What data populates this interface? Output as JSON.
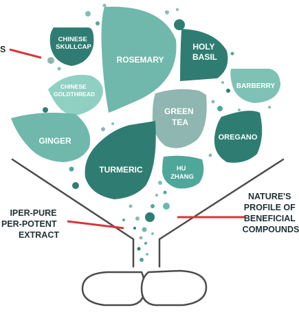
{
  "colors": {
    "teal_dark": "#2f7d72",
    "teal_mid": "#4fa79a",
    "teal_light": "#7fc1b5",
    "teal_pale": "#9fd1c6",
    "gray_teal": "#8fb6b0",
    "red_accent": "#d9343a",
    "funnel": "#4a4a4a",
    "text_dark": "#1f2f35"
  },
  "herbs": {
    "chinese_skullcap": [
      "CHINESE",
      "SKULLCAP"
    ],
    "rosemary": [
      "ROSEMARY"
    ],
    "holy_basil": [
      "HOLY",
      "BASIL"
    ],
    "chinese_goldthread": [
      "CHINESE",
      "GOLDTHREAD"
    ],
    "barberry": [
      "BARBERRY"
    ],
    "green_tea": [
      "GREEN",
      "TEA"
    ],
    "ginger": [
      "GINGER"
    ],
    "oregano": [
      "OREGANO"
    ],
    "turmeric": [
      "TURMERIC"
    ],
    "hu_zhang": [
      "HU",
      "ZHANG"
    ]
  },
  "callouts": {
    "top_left_fragment": "S",
    "natures_profile": [
      "NATURE'S",
      "PROFILE OF",
      "BENEFICIAL",
      "COMPOUNDS"
    ],
    "extract": [
      "IPER-PURE",
      "PER-POTENT",
      "EXTRACT"
    ]
  },
  "icons": {
    "capsule": "capsule-icon"
  }
}
